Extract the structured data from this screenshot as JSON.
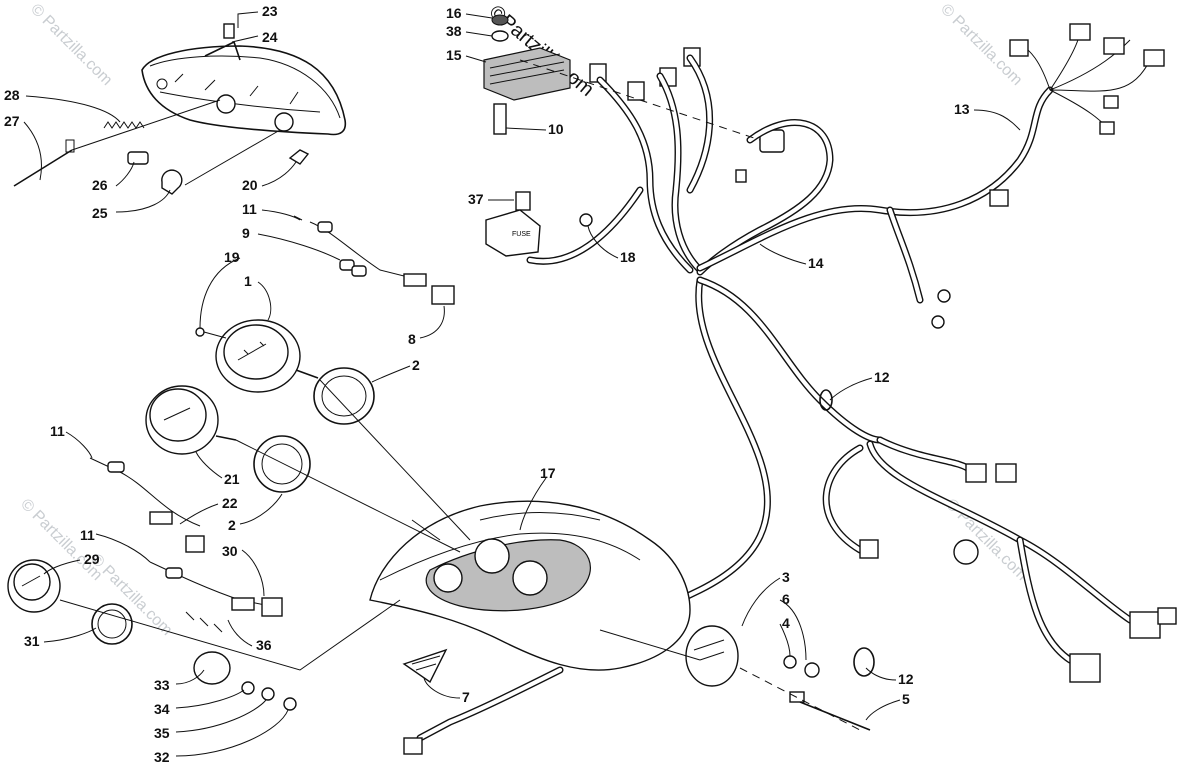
{
  "watermark": {
    "main": "©Partzilla.com",
    "faint": "© Partzilla.com"
  },
  "callouts": [
    {
      "id": "c23",
      "text": "23"
    },
    {
      "id": "c24",
      "text": "24"
    },
    {
      "id": "c28",
      "text": "28"
    },
    {
      "id": "c27",
      "text": "27"
    },
    {
      "id": "c26",
      "text": "26"
    },
    {
      "id": "c25",
      "text": "25"
    },
    {
      "id": "c20",
      "text": "20"
    },
    {
      "id": "c11a",
      "text": "11"
    },
    {
      "id": "c9",
      "text": "9"
    },
    {
      "id": "c19",
      "text": "19"
    },
    {
      "id": "c1",
      "text": "1"
    },
    {
      "id": "c8",
      "text": "8"
    },
    {
      "id": "c2a",
      "text": "2"
    },
    {
      "id": "c11b",
      "text": "11"
    },
    {
      "id": "c21",
      "text": "21"
    },
    {
      "id": "c22",
      "text": "22"
    },
    {
      "id": "c2b",
      "text": "2"
    },
    {
      "id": "c11c",
      "text": "11"
    },
    {
      "id": "c29",
      "text": "29"
    },
    {
      "id": "c30",
      "text": "30"
    },
    {
      "id": "c31",
      "text": "31"
    },
    {
      "id": "c36",
      "text": "36"
    },
    {
      "id": "c33",
      "text": "33"
    },
    {
      "id": "c34",
      "text": "34"
    },
    {
      "id": "c35",
      "text": "35"
    },
    {
      "id": "c32",
      "text": "32"
    },
    {
      "id": "c16",
      "text": "16"
    },
    {
      "id": "c38",
      "text": "38"
    },
    {
      "id": "c15",
      "text": "15"
    },
    {
      "id": "c10",
      "text": "10"
    },
    {
      "id": "c37",
      "text": "37"
    },
    {
      "id": "c18",
      "text": "18"
    },
    {
      "id": "c14",
      "text": "14"
    },
    {
      "id": "c13",
      "text": "13"
    },
    {
      "id": "c12a",
      "text": "12"
    },
    {
      "id": "c17",
      "text": "17"
    },
    {
      "id": "c7",
      "text": "7"
    },
    {
      "id": "c3",
      "text": "3"
    },
    {
      "id": "c6",
      "text": "6"
    },
    {
      "id": "c4",
      "text": "4"
    },
    {
      "id": "c12b",
      "text": "12"
    },
    {
      "id": "c5",
      "text": "5"
    }
  ],
  "labels": {
    "fuse_box": "FUSE"
  }
}
